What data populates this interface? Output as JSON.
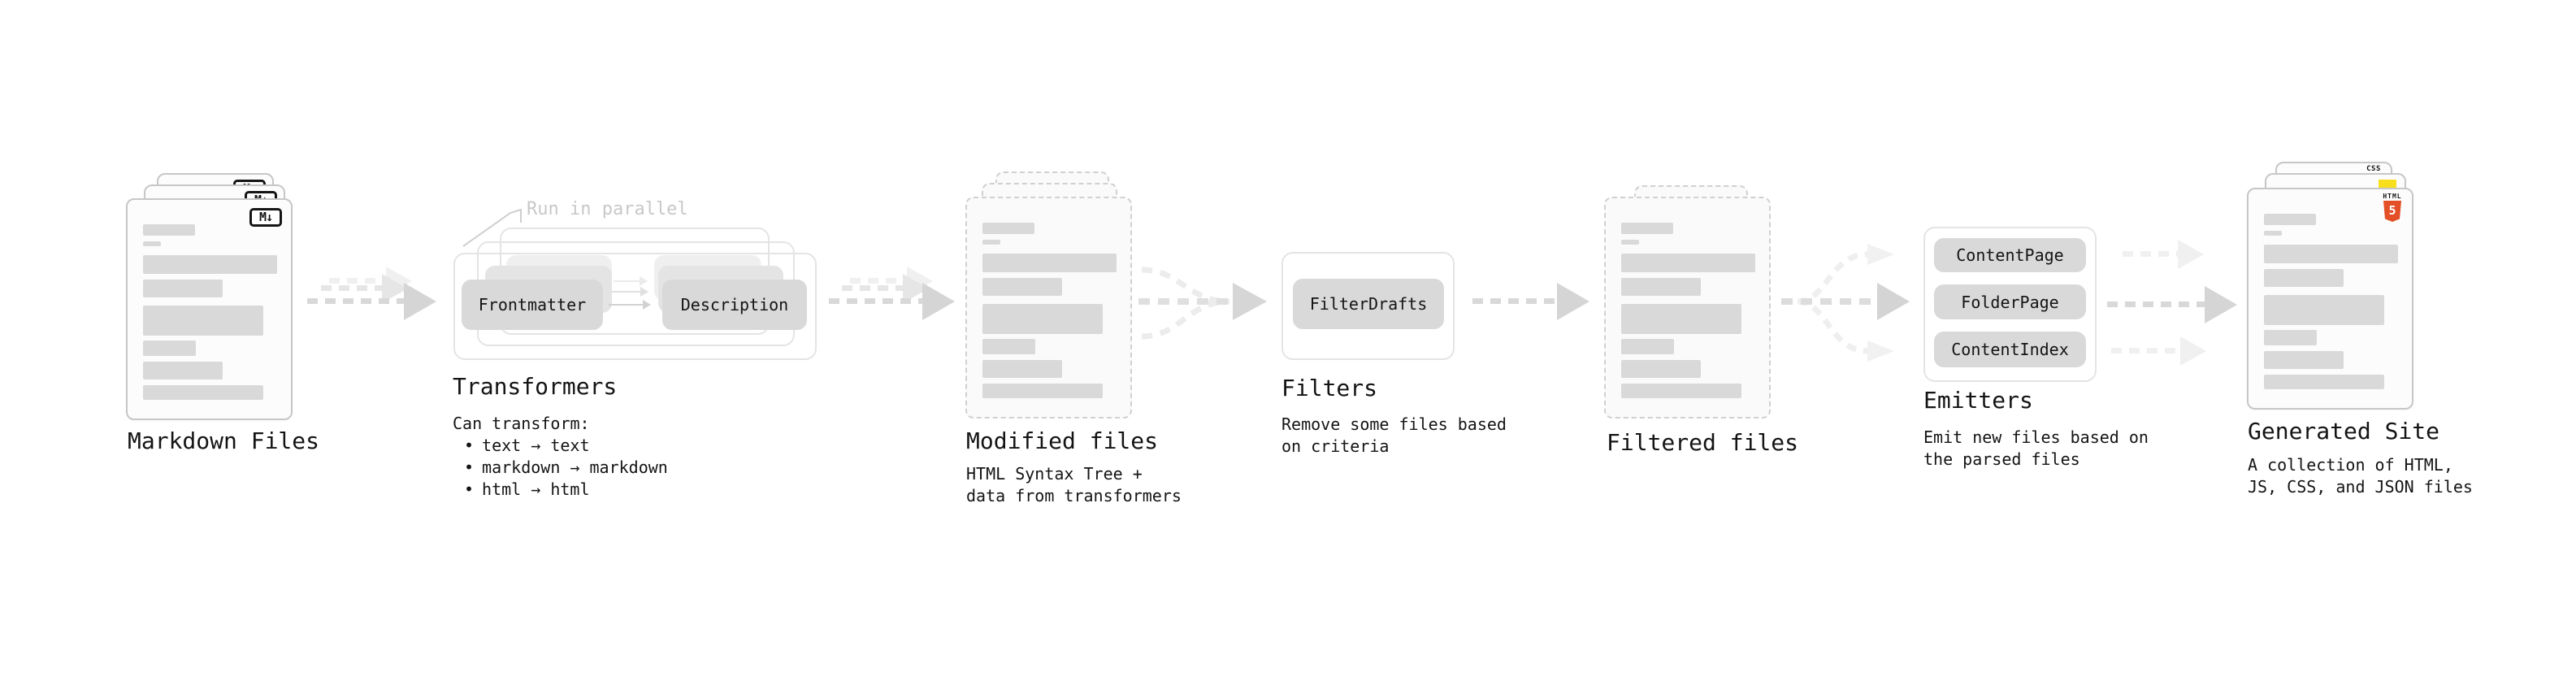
{
  "markdown": {
    "title": "Markdown Files",
    "file_badge": "M↓"
  },
  "transformers": {
    "note": "Run in parallel",
    "frontmatter_pill": "Frontmatter",
    "description_pill": "Description",
    "title": "Transformers",
    "subtitle": "Can transform:",
    "bullet": "•",
    "bullets": [
      "text → text",
      "markdown → markdown",
      "html → html"
    ]
  },
  "modified": {
    "title": "Modified files",
    "desc1": "HTML Syntax Tree +",
    "desc2": "data from transformers"
  },
  "filters": {
    "pill": "FilterDrafts",
    "title": "Filters",
    "desc1": "Remove some files based",
    "desc2": "on criteria"
  },
  "filtered": {
    "title": "Filtered files"
  },
  "emitters": {
    "pill1": "ContentPage",
    "pill2": "FolderPage",
    "pill3": "ContentIndex",
    "title": "Emitters",
    "desc1": "Emit new files based on",
    "desc2": "the parsed files"
  },
  "generated": {
    "title": "Generated Site",
    "desc1": "A collection of HTML,",
    "desc2": "JS, CSS, and JSON files",
    "css_badge": "CSS",
    "html_label": "HTML",
    "html_number": "5"
  },
  "colors": {
    "html5_orange": "#e34f26",
    "js_yellow": "#f7df1e",
    "css_blue": "#2b63f0",
    "pill_gray": "#d9d9d9",
    "bar_gray": "#d9d9d9",
    "note_gray": "#c8c8c8",
    "arrow_gray": "#d5d5d5",
    "card_border": "#c7c7c7"
  }
}
